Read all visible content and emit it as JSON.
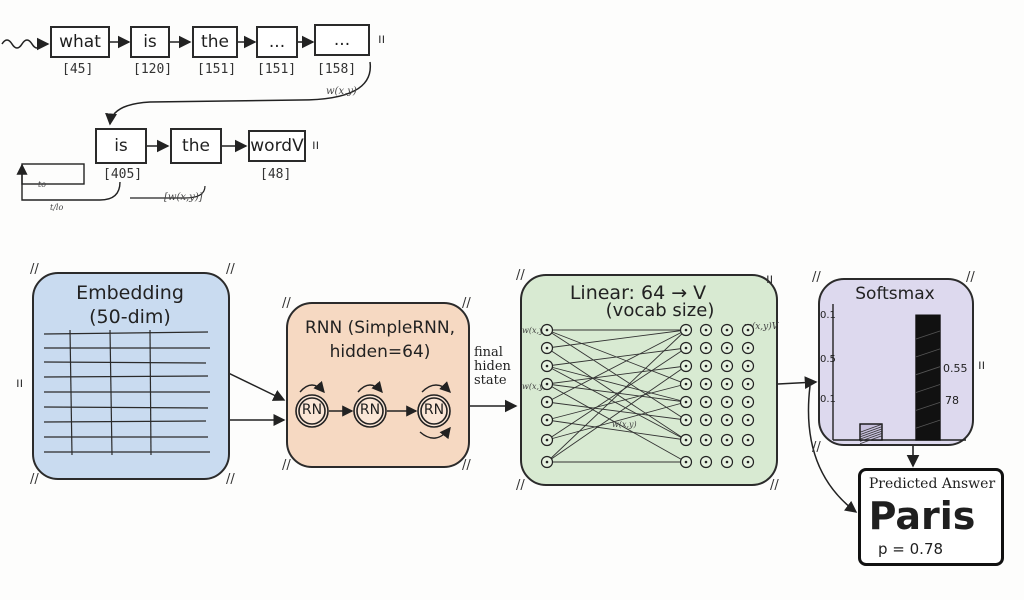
{
  "sequence_row1": {
    "tokens": [
      "what",
      "is",
      "the",
      "...",
      "..."
    ],
    "indices": [
      "[45]",
      "[120]",
      "[151]",
      "[151]",
      "[158]"
    ],
    "annotation": "w(x,y)"
  },
  "sequence_row2": {
    "tokens": [
      "is",
      "the",
      "wordV"
    ],
    "indices": [
      "[405]",
      "[48]"
    ],
    "annotation": "[w(x,y)]",
    "small_label_a": "t/lo",
    "small_label_b": "to"
  },
  "embedding": {
    "title": "Embedding",
    "subtitle": "(50-dim)",
    "color": "#c9dbf0"
  },
  "rnn": {
    "title": "RNN (SimpleRNN,",
    "subtitle": "hidden=64)",
    "cells": [
      "RN",
      "RN",
      "RN"
    ],
    "color": "#f6d9c2"
  },
  "final_state": {
    "line1": "final",
    "line2": "hiden",
    "line3": "state"
  },
  "linear": {
    "title": "Linear: 64 → V",
    "subtitle": "(vocab size)",
    "color": "#d8ead2",
    "label_in_a": "w(x,y)",
    "label_in_b": "w(x,y)",
    "label_out": "w(x,y)V",
    "label_mid": "w(x,y)"
  },
  "softmax": {
    "title": "Softsmax",
    "color": "#ddd9ee",
    "y_ticks": [
      "0.1",
      "0.5",
      "0.1"
    ],
    "bar_labels": [
      "0.55",
      "78"
    ]
  },
  "prediction": {
    "title": "Predicted Answer",
    "answer": "Paris",
    "probability": "p = 0.78"
  },
  "chart_data": {
    "type": "bar",
    "categories": [
      "",
      ""
    ],
    "values": [
      0.1,
      0.78
    ],
    "title": "Softsmax"
  }
}
